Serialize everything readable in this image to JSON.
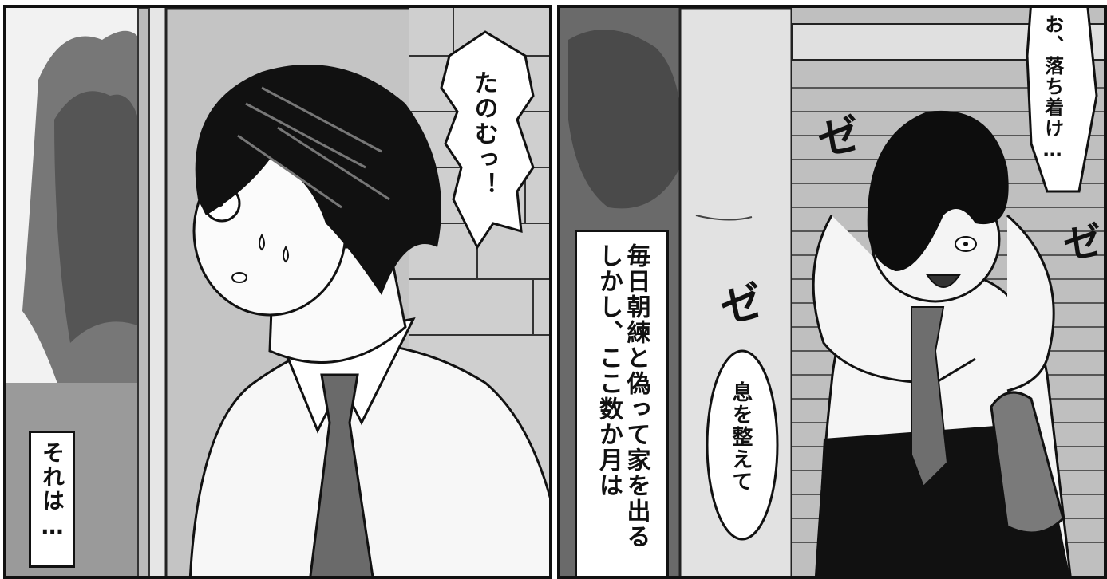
{
  "panels": {
    "left": {
      "caption": "それは…",
      "shout_bubble": "たのむっ！"
    },
    "right": {
      "narration_line1": "しかし、ここ数か月は",
      "narration_line2": "毎日朝練と偽って家を出る",
      "speech_top": "お、落ち着け…",
      "speech_breath": "息を整えて",
      "sfx_1": "ゼ",
      "sfx_2": "ゼ",
      "sfx_3": "ゼ"
    }
  }
}
